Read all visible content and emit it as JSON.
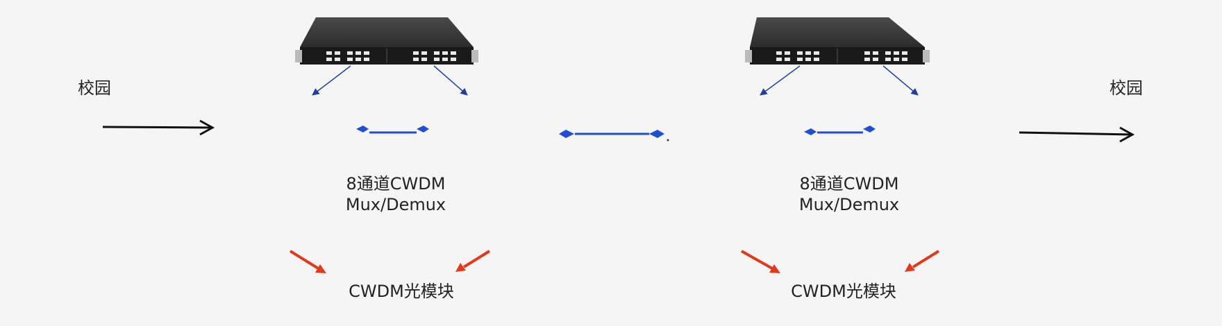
{
  "labels": {
    "campus_left": "校园",
    "campus_right": "校园",
    "mux_left_line1": "8通道CWDM",
    "mux_left_line2": "Mux/Demux",
    "mux_right_line1": "8通道CWDM",
    "mux_right_line2": "Mux/Demux",
    "module_left": "CWDM光模块",
    "module_right": "CWDM光模块"
  },
  "colors": {
    "device_body": "#3a3a3a",
    "device_face": "#1e1e1e",
    "port": "#e8e8e8",
    "blue_connector": "#1f4fd1",
    "fiber_orange": "#f2a03d",
    "red_arrow": "#e03a1a",
    "black_arrow": "#111111",
    "sfp_red": "#e02424"
  },
  "icons": [
    "rack-chassis-icon",
    "mux-demux-module-icon",
    "lc-connector-icon",
    "sfp-transceiver-icon",
    "arrow-icon"
  ]
}
